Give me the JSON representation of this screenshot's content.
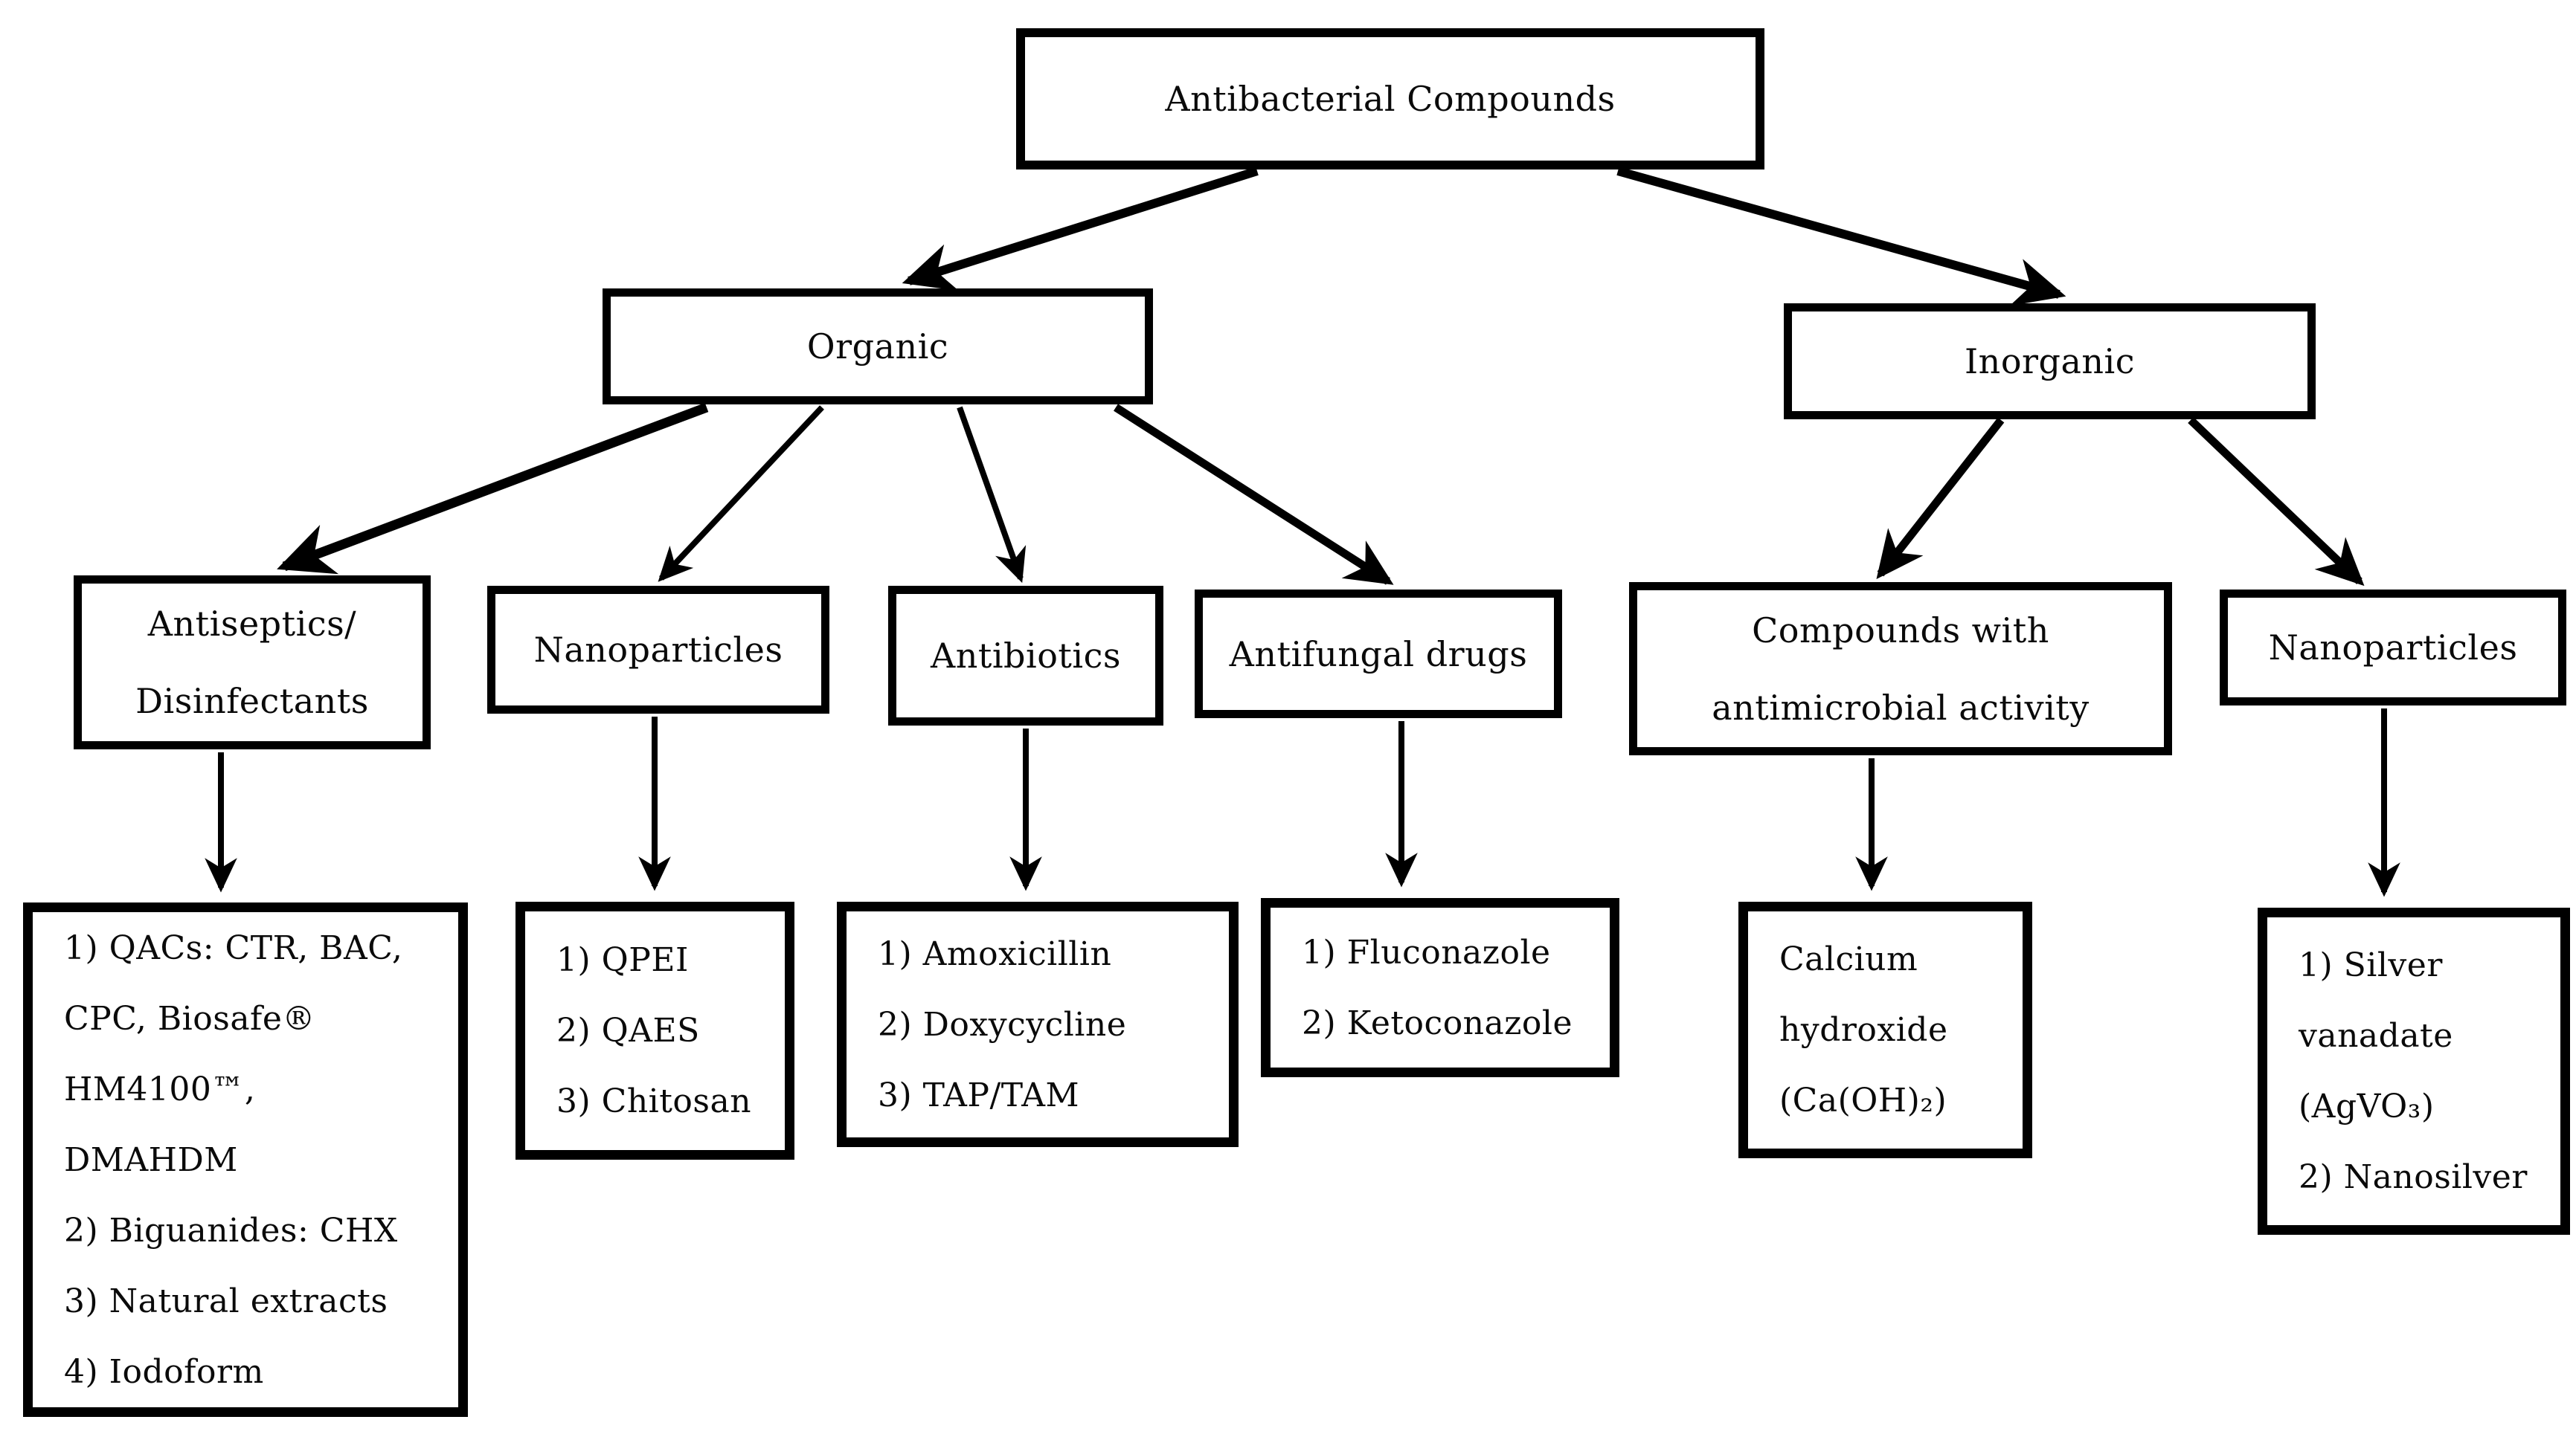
{
  "diagram_title": "Antibacterial Compounds classification flowchart",
  "colors": {
    "line": "#000000",
    "box_border": "#000000",
    "box_background": "#ffffff",
    "text": "#0a0a0a"
  },
  "nodes": {
    "root": {
      "lines": [
        "Antibacterial Compounds"
      ]
    },
    "organic": {
      "lines": [
        "Organic"
      ]
    },
    "inorganic": {
      "lines": [
        "Inorganic"
      ]
    },
    "antiseptics": {
      "lines": [
        "Antiseptics/",
        "Disinfectants"
      ]
    },
    "nano_left": {
      "lines": [
        "Nanoparticles"
      ]
    },
    "antibiotics": {
      "lines": [
        "Antibiotics"
      ]
    },
    "antifungal": {
      "lines": [
        "Antifungal drugs"
      ]
    },
    "compounds": {
      "lines": [
        "Compounds with",
        "antimicrobial activity"
      ]
    },
    "nano_right": {
      "lines": [
        "Nanoparticles"
      ]
    },
    "leaf_antiseptics": {
      "lines": [
        "1) QACs: CTR, BAC,",
        "CPC, Biosafe®",
        "HM4100™,",
        "DMAHDM",
        "2) Biguanides: CHX",
        "3) Natural extracts",
        "4) Iodoform"
      ]
    },
    "leaf_nano_left": {
      "lines": [
        "1) QPEI",
        "2) QAES",
        "3) Chitosan"
      ]
    },
    "leaf_antibiotics": {
      "lines": [
        "1) Amoxicillin",
        "2) Doxycycline",
        "3) TAP/TAM"
      ]
    },
    "leaf_antifungal": {
      "lines": [
        "1) Fluconazole",
        "2) Ketoconazole"
      ]
    },
    "leaf_compounds": {
      "lines": [
        "Calcium",
        "hydroxide",
        "(Ca(OH)₂)"
      ]
    },
    "leaf_nano_right": {
      "lines": [
        "1) Silver",
        "vanadate",
        "(AgVO₃)",
        "2) Nanosilver"
      ]
    }
  },
  "edges": [
    {
      "from": "Antibacterial Compounds",
      "to": "Organic"
    },
    {
      "from": "Antibacterial Compounds",
      "to": "Inorganic"
    },
    {
      "from": "Organic",
      "to": "Antiseptics/Disinfectants"
    },
    {
      "from": "Organic",
      "to": "Nanoparticles (organic)"
    },
    {
      "from": "Organic",
      "to": "Antibiotics"
    },
    {
      "from": "Organic",
      "to": "Antifungal drugs"
    },
    {
      "from": "Inorganic",
      "to": "Compounds with antimicrobial activity"
    },
    {
      "from": "Inorganic",
      "to": "Nanoparticles (inorganic)"
    },
    {
      "from": "Antiseptics/Disinfectants",
      "to": "QACs / Biguanides / Natural extracts / Iodoform list"
    },
    {
      "from": "Nanoparticles (organic)",
      "to": "QPEI / QAES / Chitosan list"
    },
    {
      "from": "Antibiotics",
      "to": "Amoxicillin / Doxycycline / TAP-TAM list"
    },
    {
      "from": "Antifungal drugs",
      "to": "Fluconazole / Ketoconazole list"
    },
    {
      "from": "Compounds with antimicrobial activity",
      "to": "Calcium hydroxide (Ca(OH)₂)"
    },
    {
      "from": "Nanoparticles (inorganic)",
      "to": "Silver vanadate / Nanosilver list"
    }
  ]
}
